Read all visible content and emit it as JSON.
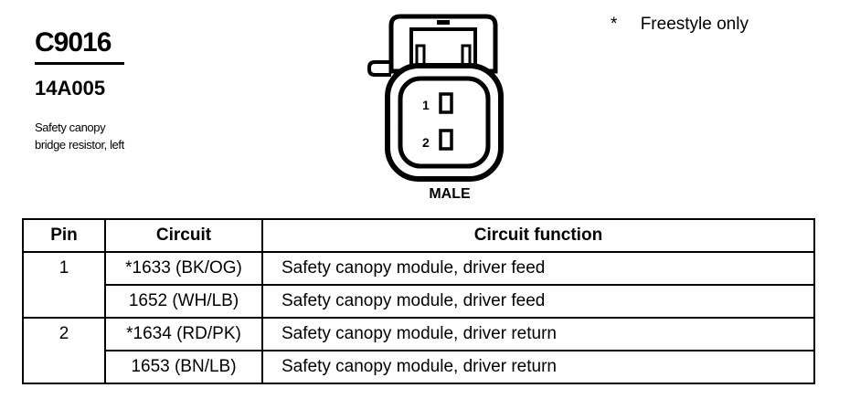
{
  "connector": {
    "id": "C9016",
    "part_number": "14A005",
    "description_lines": [
      "Safety canopy",
      "bridge resistor, left"
    ],
    "gender": "MALE",
    "pin_labels": [
      "1",
      "2"
    ]
  },
  "footnote": {
    "mark": "*",
    "text": "Freestyle only"
  },
  "table": {
    "headers": {
      "pin": "Pin",
      "circuit": "Circuit",
      "function": "Circuit function"
    },
    "rows": [
      {
        "pin": "1",
        "circuit": "*1633 (BK/OG)",
        "function": "Safety canopy module, driver  feed"
      },
      {
        "pin": "",
        "circuit": "1652 (WH/LB)",
        "function": "Safety canopy module, driver  feed"
      },
      {
        "pin": "2",
        "circuit": "*1634 (RD/PK)",
        "function": "Safety canopy module, driver  return"
      },
      {
        "pin": "",
        "circuit": "1653 (BN/LB)",
        "function": "Safety canopy module, driver  return"
      }
    ]
  }
}
